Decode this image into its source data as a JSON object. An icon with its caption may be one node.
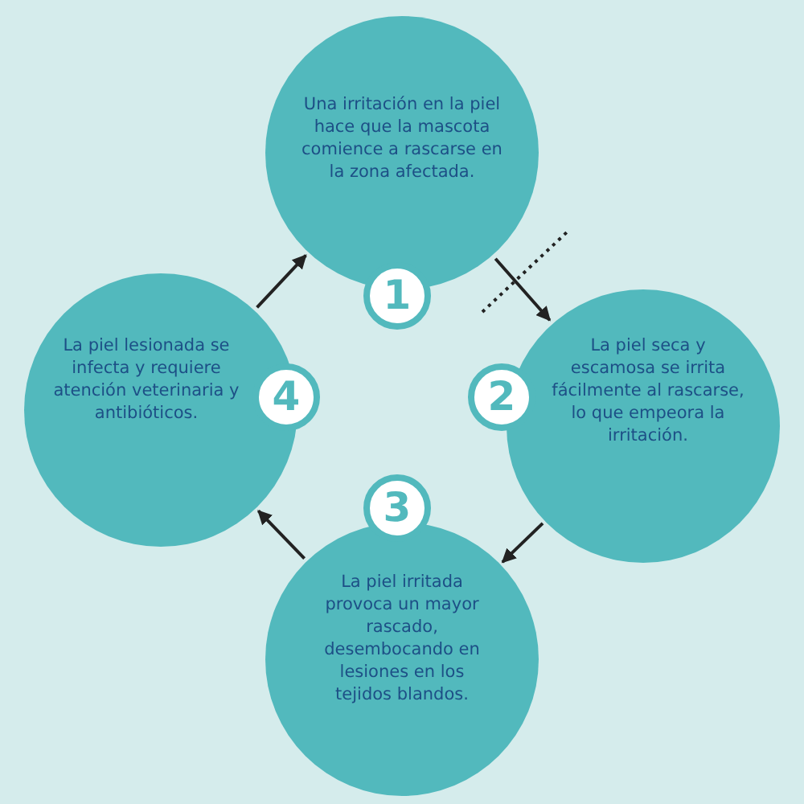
{
  "diagram": {
    "nodes": [
      {
        "text": [
          "Una irritación en la piel hace que la mascota comience a rascarse en la zona afectada."
        ]
      },
      {
        "text": [
          "1"
        ]
      },
      {
        "text": [
          "La piel seca y escamosa se irrita fácilmente al rascarse, lo que empeora la irritación."
        ]
      },
      {
        "text": [
          "2"
        ]
      },
      {
        "text": [
          "La piel irritada provoca un mayor rascado, desembocando en lesiones en los tejidos blandos."
        ]
      },
      {
        "text": [
          "3"
        ]
      },
      {
        "text": [
          "La piel lesionada se infecta y requiere atención veterinaria y antibióticos."
        ]
      },
      {
        "text": [
          "4"
        ]
      }
    ],
    "edges": [
      {
        "from": 0,
        "to": 2,
        "arrow": "to"
      },
      {
        "from": 2,
        "to": 4,
        "arrow": "to"
      },
      {
        "from": 4,
        "to": 6,
        "arrow": "to"
      },
      {
        "from": 6,
        "to": 0,
        "arrow": "to"
      }
    ]
  }
}
